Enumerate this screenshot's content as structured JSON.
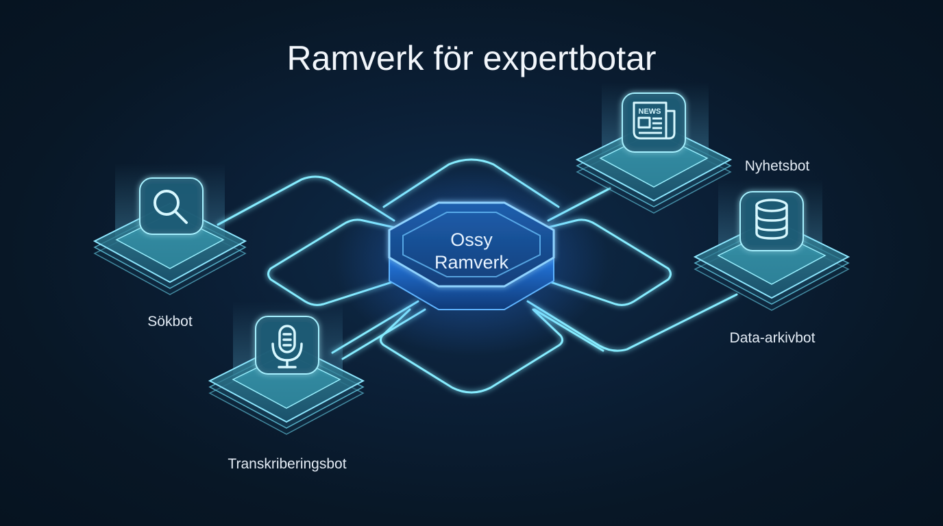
{
  "title": "Ramverk för expertbotar",
  "hub": {
    "line1": "Ossy",
    "line2": "Ramverk"
  },
  "nodes": {
    "search": {
      "label": "Sökbot",
      "icon": "magnifier-icon"
    },
    "transcription": {
      "label": "Transkriberingsbot",
      "icon": "microphone-icon"
    },
    "news": {
      "label": "Nyhetsbot",
      "icon": "newspaper-icon",
      "icon_text": "NEWS"
    },
    "archive": {
      "label": "Data-arkivbot",
      "icon": "database-icon"
    }
  },
  "colors": {
    "background": "#0b1f36",
    "glow": "#7fe6ff",
    "hub": "#2f8cff",
    "platform": "#58c8d8"
  }
}
